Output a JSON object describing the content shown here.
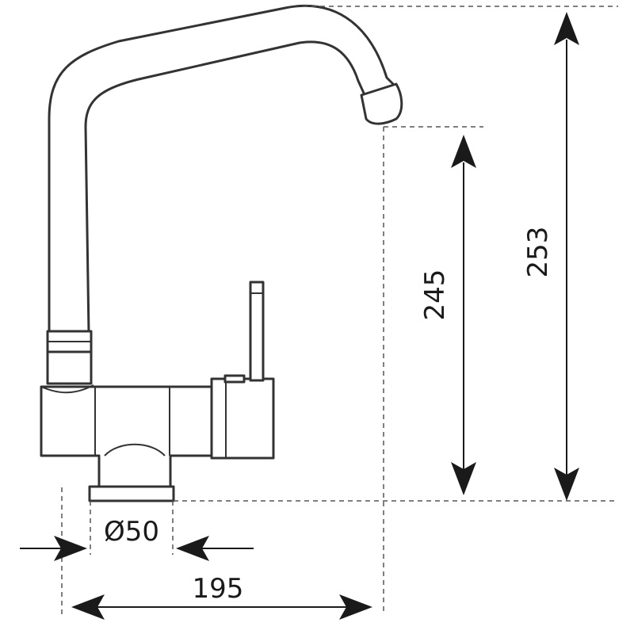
{
  "dimensions": {
    "spout_height": "245",
    "total_height": "253",
    "reach": "195",
    "base_diameter": "Ø50"
  },
  "colors": {
    "line": "#333333",
    "dimension": "#1a1a1a",
    "background": "#ffffff"
  }
}
